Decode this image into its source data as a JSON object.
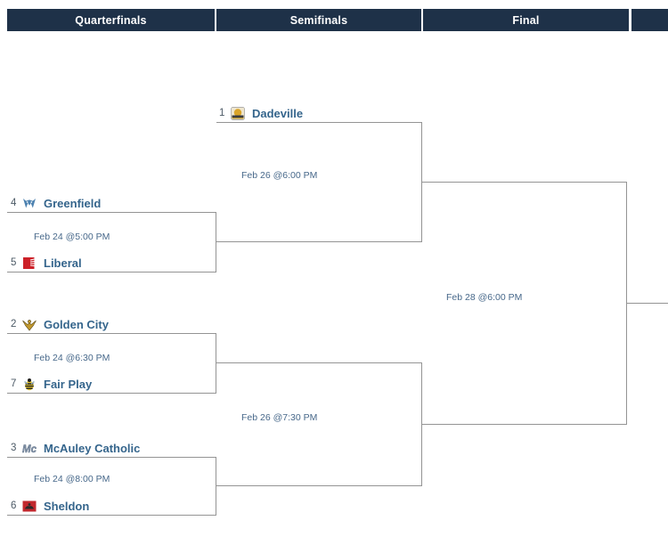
{
  "header": {
    "columns": [
      "Quarterfinals",
      "Semifinals",
      "Final"
    ]
  },
  "rounds": {
    "quarterfinals": {
      "label": "Quarterfinals",
      "matches": [
        {
          "time": "Feb 24 @5:00 PM",
          "top": {
            "seed": "4",
            "name": "Greenfield",
            "icon": "greenfield-logo"
          },
          "bottom": {
            "seed": "5",
            "name": "Liberal",
            "icon": "liberal-logo"
          }
        },
        {
          "time": "Feb 24 @6:30 PM",
          "top": {
            "seed": "2",
            "name": "Golden City",
            "icon": "golden-city-logo"
          },
          "bottom": {
            "seed": "7",
            "name": "Fair Play",
            "icon": "fair-play-logo"
          }
        },
        {
          "time": "Feb 24 @8:00 PM",
          "top": {
            "seed": "3",
            "name": "McAuley Catholic",
            "icon": "mcauley-catholic-logo"
          },
          "bottom": {
            "seed": "6",
            "name": "Sheldon",
            "icon": "sheldon-logo"
          }
        }
      ]
    },
    "semifinals": {
      "label": "Semifinals",
      "matches": [
        {
          "time": "Feb 26 @6:00 PM",
          "top": {
            "seed": "1",
            "name": "Dadeville",
            "icon": "dadeville-logo"
          }
        },
        {
          "time": "Feb 26 @7:30 PM"
        }
      ]
    },
    "final": {
      "label": "Final",
      "matches": [
        {
          "time": "Feb 28 @6:00 PM"
        }
      ]
    }
  },
  "colors": {
    "header_background": "#1e3148",
    "header_text": "#ffffff",
    "team_name": "#35658c",
    "seed_text": "#4c5a66",
    "time_text": "#47688a",
    "bracket_line": "#949494"
  }
}
